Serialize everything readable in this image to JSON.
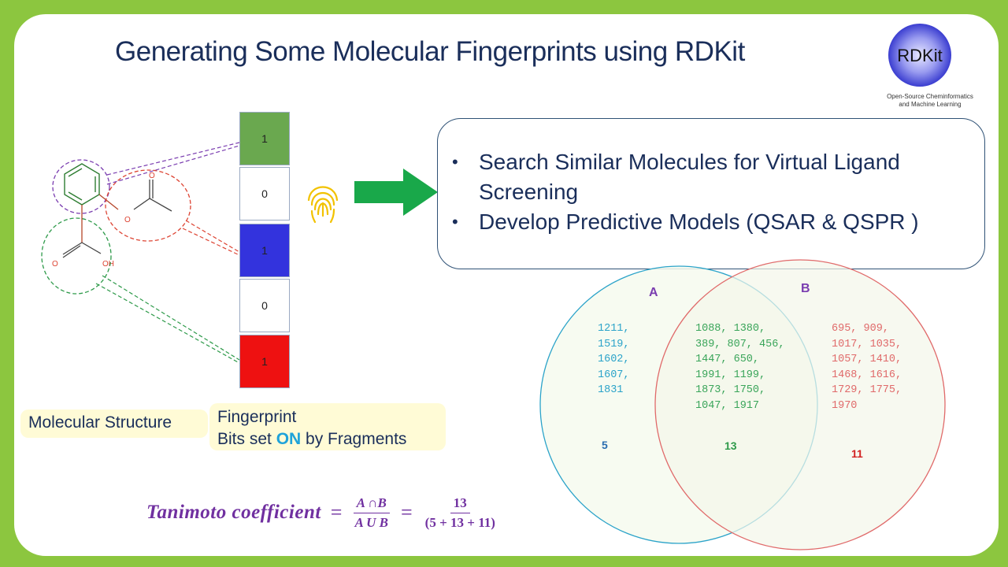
{
  "slide": {
    "title": "Generating Some Molecular Fingerprints using RDKit",
    "logo": {
      "text": "RDKit",
      "caption_line1": "Open-Source Cheminformatics",
      "caption_line2": "and Machine Learning"
    }
  },
  "fingerprint_bits": [
    {
      "value": "1",
      "color": "#6aa84f"
    },
    {
      "value": "0",
      "color": "#ffffff"
    },
    {
      "value": "1",
      "color": "#3333dd"
    },
    {
      "value": "0",
      "color": "#ffffff"
    },
    {
      "value": "1",
      "color": "#ee1111"
    }
  ],
  "molecule_atom_labels": [
    "O",
    "O",
    "O",
    "OH"
  ],
  "applications": [
    "Search Similar Molecules  for Virtual Ligand Screening",
    "Develop Predictive Models (QSAR & QSPR )"
  ],
  "labels": {
    "molecular_structure": "Molecular Structure",
    "fingerprint_line1": "Fingerprint",
    "fingerprint_line2_pre": "Bits set ",
    "fingerprint_line2_on": "ON",
    "fingerprint_line2_post": " by Fragments"
  },
  "venn": {
    "label_a": "A",
    "label_b": "B",
    "only_a": "1211,\n1519,\n1602,\n1607,\n1831",
    "a_and_b": "1088, 1380,\n389, 807, 456,\n1447, 650,\n1991, 1199,\n1873, 1750,\n1047, 1917",
    "only_b": "695, 909,\n1017, 1035,\n1057, 1410,\n1468, 1616,\n1729, 1775,\n1970",
    "count_a": "5",
    "count_ab": "13",
    "count_b": "11",
    "colors": {
      "a": "#2ba3c9",
      "ab": "#3aa55a",
      "b": "#e06a6a"
    }
  },
  "formula": {
    "name": "Tanimoto coefficient",
    "equals": "=",
    "lhs_num": "A ∩B",
    "lhs_den": "A U B",
    "rhs_num": "13",
    "rhs_den": "(5 + 13 + 11)"
  }
}
